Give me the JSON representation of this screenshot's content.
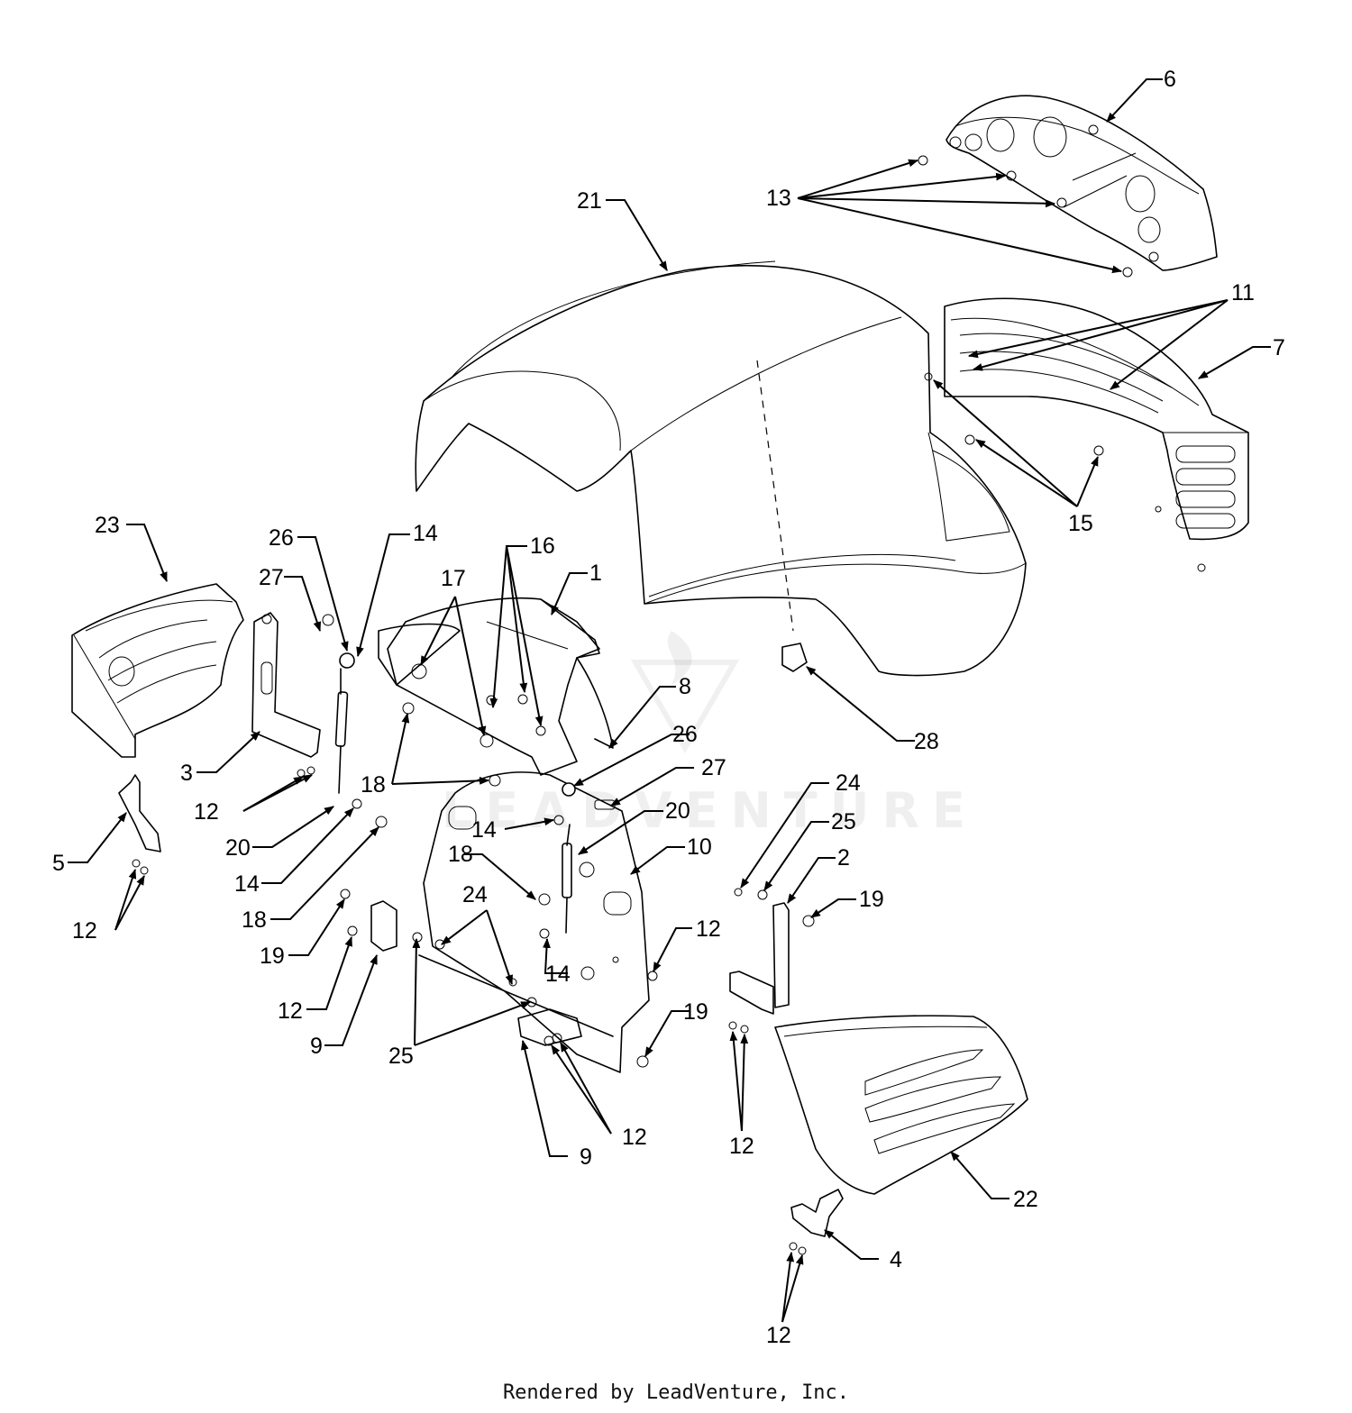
{
  "labels": {
    "l1": "1",
    "l2": "2",
    "l3": "3",
    "l4": "4",
    "l5": "5",
    "l6": "6",
    "l7": "7",
    "l8": "8",
    "l9a": "9",
    "l9b": "9",
    "l10": "10",
    "l11": "11",
    "l12a": "12",
    "l12b": "12",
    "l12c": "12",
    "l12d": "12",
    "l12e": "12",
    "l12f": "12",
    "l12g": "12",
    "l13": "13",
    "l14a": "14",
    "l14b": "14",
    "l14c": "14",
    "l14d": "14",
    "l15": "15",
    "l16": "16",
    "l17": "17",
    "l18a": "18",
    "l18b": "18",
    "l18c": "18",
    "l19a": "19",
    "l19b": "19",
    "l19c": "19",
    "l20a": "20",
    "l20b": "20",
    "l21": "21",
    "l22": "22",
    "l23": "23",
    "l24a": "24",
    "l24b": "24",
    "l25a": "25",
    "l25b": "25",
    "l26a": "26",
    "l26b": "26",
    "l27a": "27",
    "l27b": "27",
    "l28": "28"
  },
  "watermark": "LEADVENTURE",
  "footer": "Rendered by LeadVenture, Inc."
}
